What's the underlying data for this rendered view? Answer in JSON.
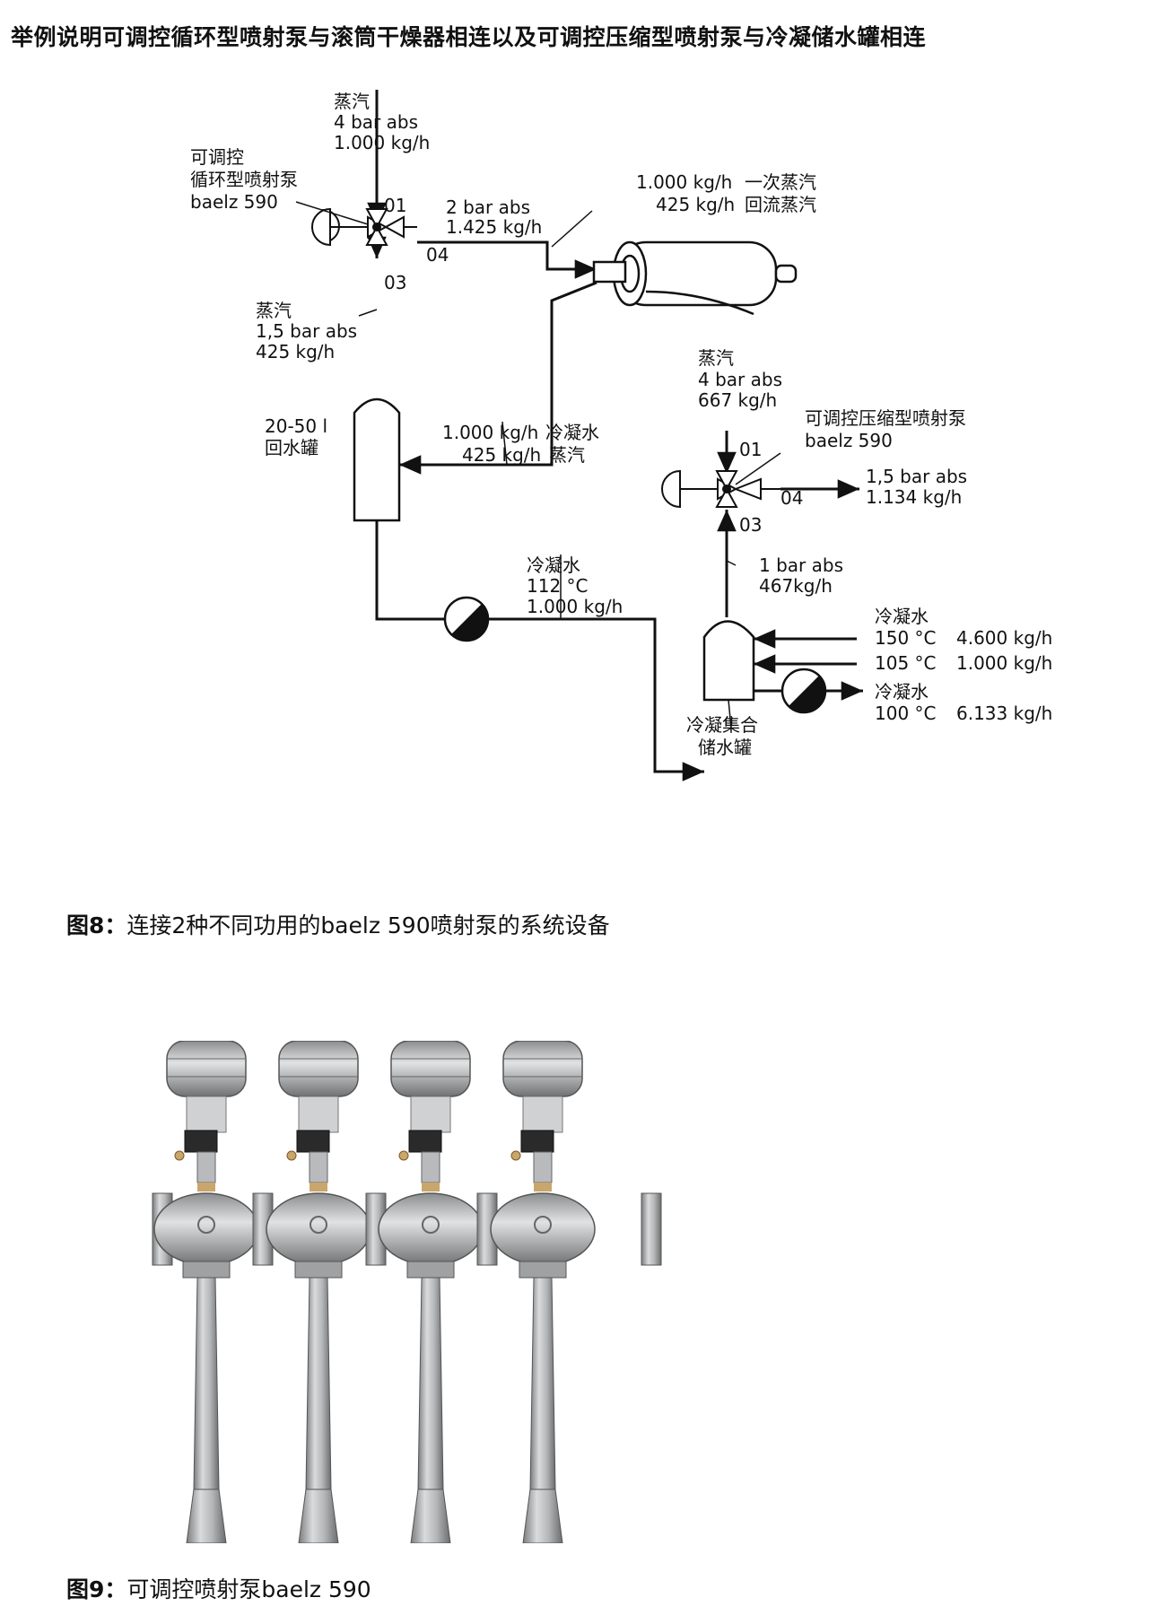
{
  "title": "举例说明可调控循环型喷射泵与滚筒干燥器相连以及可调控压缩型喷射泵与冷凝储水罐相连",
  "figure8": {
    "pump1": {
      "label_line1": "可调控",
      "label_line2": "循环型喷射泵",
      "label_line3": "baelz 590",
      "port01": "01",
      "port03": "03",
      "port04": "04"
    },
    "steam_in_1": {
      "line1": "蒸汽",
      "line2": "4 bar abs",
      "line3": "1.000 kg/h"
    },
    "outlet_1": {
      "line1": "2 bar abs",
      "line2": "1.425 kg/h"
    },
    "dryer_labels": {
      "row1_value": "1.000 kg/h",
      "row1_label": "一次蒸汽",
      "row2_value": "425 kg/h",
      "row2_label": "回流蒸汽"
    },
    "recirc_steam": {
      "line1": "蒸汽",
      "line2": "1,5 bar abs",
      "line3": "425 kg/h"
    },
    "return_tank": {
      "line1": "20-50 l",
      "line2": "回水罐"
    },
    "return_flow": {
      "row1_value": "1.000 kg/h",
      "row1_label": "冷凝水",
      "row2_value": "425 kg/h",
      "row2_label": "蒸汽"
    },
    "steam_in_2": {
      "line1": "蒸汽",
      "line2": "4 bar abs",
      "line3": "667 kg/h"
    },
    "pump2": {
      "label_line1": "可调控压缩型喷射泵",
      "label_line2": "baelz 590",
      "port01": "01",
      "port03": "03",
      "port04": "04"
    },
    "outlet_2": {
      "line1": "1,5 bar abs",
      "line2": "1.134 kg/h"
    },
    "suction_2": {
      "line1": "1 bar abs",
      "line2": "467kg/h"
    },
    "condensate_line": {
      "line1": "冷凝水",
      "line2": "112 °C",
      "line3": "1.000 kg/h"
    },
    "collect_tank": {
      "line1": "冷凝集合",
      "line2": "储水罐"
    },
    "inflows": {
      "heading": "冷凝水",
      "row1_temp": "150 °C",
      "row1_flow": "4.600 kg/h",
      "row2_temp": "105 °C",
      "row2_flow": "1.000 kg/h"
    },
    "outflow": {
      "line1": "冷凝水",
      "temp": "100 °C",
      "flow": "6.133 kg/h"
    }
  },
  "caption8": {
    "prefix": "图8：",
    "text": "连接2种不同功用的baelz 590喷射泵的系统设备"
  },
  "caption9": {
    "prefix": "图9：",
    "text": "可调控喷射泵baelz 590"
  },
  "colors": {
    "line": "#111111",
    "steel": "#9a9c9e",
    "steel_dark": "#6d6f71",
    "steel_light": "#d6d8da"
  }
}
